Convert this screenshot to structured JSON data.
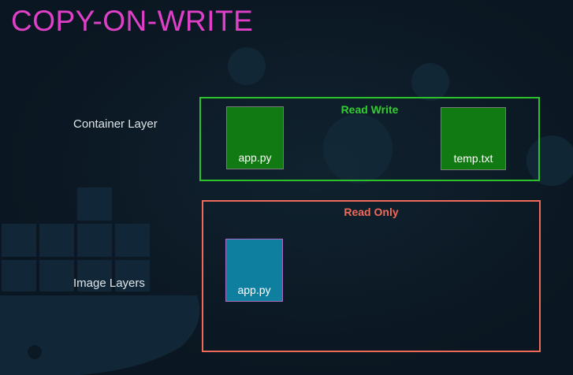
{
  "slide": {
    "title": "COPY-ON-WRITE"
  },
  "labels": {
    "container_layer": "Container Layer",
    "image_layers": "Image Layers"
  },
  "read_write_layer": {
    "title": "Read Write",
    "border_color": "#2bc22b",
    "files": [
      {
        "name": "app.py"
      },
      {
        "name": "temp.txt"
      }
    ]
  },
  "read_only_layer": {
    "title": "Read Only",
    "border_color": "#f06a5a",
    "files": [
      {
        "name": "app.py"
      }
    ]
  },
  "colors": {
    "title": "#e040c8",
    "background": "#0c1a26",
    "rw_file_fill": "#127a12",
    "ro_file_fill": "#0f7fa0"
  }
}
